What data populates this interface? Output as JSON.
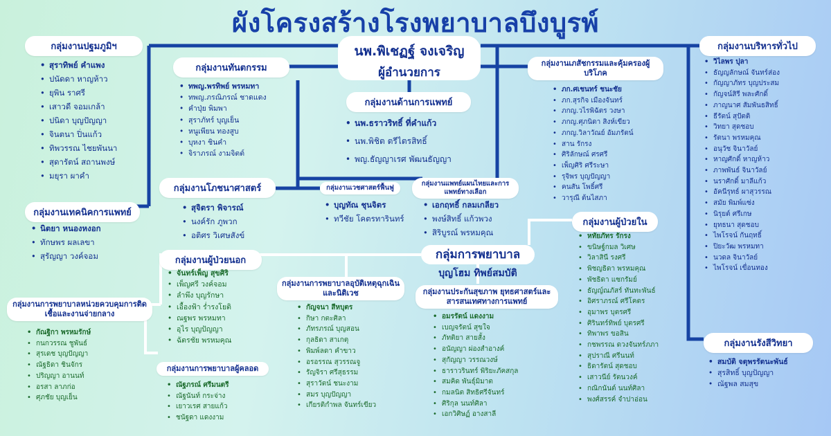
{
  "title": "ผังโครงสร้างโรงพยาบาลบึงบูรพ์",
  "director": {
    "name": "นพ.พิเชฏฐ์  จงเจริญ",
    "title": "ผู้อำนวยการ"
  },
  "nursing": {
    "label": "กลุ่มการพยาบาล",
    "head": "บุญโฮม ทิพย์สมบัติ"
  },
  "groups": {
    "primary": {
      "label": "กลุ่มงานปฐมภูมิฯ",
      "members": [
        "สุราทิพย์  คำแพง",
        "ปนัดดา  หาญห้าว",
        "ยุพิน      ราศรี",
        "เสาวดี   จอมเกล้า",
        "ปนิดา    บุญปัญญา",
        "จินตนา  ปิ่นแก้ว",
        "ทิพวรรณ  ไชยพันนา",
        "สุดารัตน์  สถานพงษ์",
        "มยุรา      ผาคำ"
      ]
    },
    "dental": {
      "label": "กลุ่มงานทันตกรรม",
      "members": [
        "ทพญ.พรทิพย์     พรหมทา",
        "ทพญ.ภรณิภรณ์  ชาดแดง",
        "คำปุ่ย       พิมพา",
        "สุราภัทร์    บุญเย็น",
        "หนูเพียน   ทองสูบ",
        "บุหงา        ชินคำ",
        "จิราภรณ์   งามจิตต์"
      ]
    },
    "medical": {
      "label": "กลุ่มงานด้านการแพทย์",
      "members": [
        "นพ.ธราวริทธิ์  ที่คำแก้ว",
        "นพ.พิชิต  ตรีไตรสิทธิ์",
        "พญ.ธัญญาเรศ  พัฒนธัญญา"
      ]
    },
    "pharmacy": {
      "label": "กลุ่มงานเภสัชกรรมและคุ้มครองผู้บริโภค",
      "members": [
        "ภก.ศเชนทร์  ชนะชัย",
        "ภก.สุรกิจ        เมืองจันทร์",
        "ภกญ.วไรพิฉัตร  วงษา",
        "ภกญ.ศุภนิดา  สิงห์เขียว",
        "ภกญ.วิลาวัณย์  อัมภรัตน์",
        "สาน              รักรง",
        "ศิริลักษณ์    ศรศรี",
        "เพ็ญศิริ        ศรีระษา",
        "รุจิพร           บุญปัญญา",
        "คนสัน          โพธิ์ศรี",
        "วารุณี           ต้นไสภา"
      ]
    },
    "admin": {
      "label": "กลุ่มงานบริหารทั่วไป",
      "members": [
        "วิไลพร  ปุลา",
        "ธัญญลักษณ์  จันทร์ส่อง",
        "กัญญาภัทร    บุญประสม",
        "กัญจน์สิรี    พละศักดิ์",
        "ภาญนาศ      สัมพันธสิทธิ์",
        "ธีรัตน์          สุปัตติ",
        "วิทยา          สุดชอบ",
        "รัตนา          พรหมคุณ",
        "อนุวัช           จินาวัลย์",
        "หาญศักดิ์    หาญห้าว",
        "ภาพพันธ์     จินาวัลย์",
        "นราศักดิ์     มาลีแก้ว",
        "อัคนีรุทธ์     ผาสุวรรณ",
        "สมัย            พิมพ์แซ่ง",
        "นิรุยต์          ศรีเกษ",
        "ยุทธนา        สุดชอบ",
        "ไพโรจน์      กันฤทธิ์",
        "ปิยะวัฒ        พรหมทา",
        "นวดล          จินาวัลย์",
        "ไพโรจน์      เขื่อนทอง"
      ]
    },
    "medtech": {
      "label": "กลุ่มงานเทคนิคการแพทย์",
      "members": [
        "นิตยา       หนองหงอก",
        "ทักษพร     ผลเลขา",
        "สุรัญญา    วงค์จอม"
      ]
    },
    "nutrition": {
      "label": "กลุ่มงานโภชนาศาสตร์",
      "members": [
        "สุจิตรา  พิจารณ์",
        "นงค์รัก  ภูพวก",
        "อติศร  วิเศษสังข์"
      ]
    },
    "rehab": {
      "label": "กลุ่มงานเวชศาสตร์ฟื้นฟู",
      "members": [
        "บุญทัณ  ชุนจิตร",
        "ทวีชัย  โคตรทารินทร์"
      ]
    },
    "thai": {
      "label": "กลุ่มงานแพทย์แผนไทยและการแพทย์ทางเลือก",
      "members": [
        "เอกฤทธิ์  กลมเกลียว",
        "พงษ์สิทธิ์  แก้วพวง",
        "สิริบูรณ์  พรหมคุณ"
      ]
    },
    "opd": {
      "label": "กลุ่มงานผู้ป่วยนอก",
      "members": [
        "จันทร์เพ็ญ  สุขศิริ",
        "เพ็ญศรี    วงค์จอม",
        "ลำพึง       บุญรักษา",
        "เอื้องฟ้า    ร่ำรงโยติ",
        "ณฐพร       พรหมทา",
        "อุไร          บุญปัญญา",
        "ฉัตรชัย     พรหมคุณ"
      ]
    },
    "er": {
      "label": "กลุ่มงานการพยาบาลอุบัติเหตุฉุกเฉินและนิติเวช",
      "members": [
        "กัญจนา    สีหบุตร",
        "กิษา         กตะศิลา",
        "ภัทรภรณ์  บุญสอน",
        "กุลธิดา     สาเกตุ",
        "พิมพ์ลดา   คำขาว",
        "อรอรรณ   สุวรรณจู",
        "รัญจิรา       ศรีสุธรรม",
        "สุราวัตน์    ชนะงาม",
        "สมร           บุญปัญญา",
        "เกียรติกำพล  จันทร์เขียว"
      ]
    },
    "ipd": {
      "label": "กลุ่มงานผู้ป่วยใน",
      "members": [
        "หทัยภัทร   รักรง",
        "ขนิษฐ์กมล  วิเศษ",
        "วิลาสินี      รงศรี",
        "พิชญธิดา   พรหมคุณ",
        "พัชธิดา      แซกรัมย์",
        "ธัญญ์ณภัสร์  ทันทะพันธ์",
        "อิศราภรณ์   ศรีโคตร",
        "อุมาพร        บุตรศรี",
        "ศิรินทร์ทิพย์  บุตรศรี",
        "ทิพาพร        ขอสิน",
        "กชพรรณ    ดวงจันทร์ภภา",
        "สุปราณี      ศรีนนท์",
        "ธิดารัตน์     สุดชอบ",
        "เสาวนีย์     รัตนวงค์",
        "กณิกนันต์   นนท์ศิลา",
        "พงศ์สรรค์   จำปาอ่อน"
      ]
    },
    "ncd": {
      "label": "กลุ่มงานประกันสุขภาพ ยุทธศาสตร์และสารสนเทศทางการแพทย์",
      "members": [
        "อมรรัตน์   แดงงาม",
        "เบญจรัตน์  สุขใจ",
        "ภัทติยา     สายสั้ง",
        "อนัญญา   ผ่องสำอางค์",
        "สุกัญญา   วรรณวงษ์",
        "ธาราวรินทร์  พิริยะภัคสกุล",
        "สมคิด       พันธุ์มิมาต",
        "กมลนิต  สิทธิศรีจันทร์",
        "ศิริกุล       นนท์ศิลา",
        "เอกวิศิษฏ์  อางสาลี"
      ]
    },
    "infection": {
      "label": "กลุ่มงานการพยาบาลหน่วยควบคุมการติดเชื้อและงานจ่ายกลาง",
      "members": [
        "กัณฐิกา     พรหมรักษ์",
        "กนกวรรณ   ชูพันธ์",
        "สุรเดช        บุญปัญญา",
        "ณัฐธิดา       ชินจักร",
        "ปริญญา     อานนท์",
        "อรสา        ลาภก่อ",
        "ศุภชัย        บุญเย็น"
      ]
    },
    "labor": {
      "label": "กลุ่มงานการพยาบาลผู้คลอด",
      "members": [
        "ณัฐภรณ์   ศรีมนตรี",
        "ณัฐนันท์   กระจ่าง",
        "เยาวเรศ   สายแก้ว",
        "ชนัฐดา     แดงงาม"
      ]
    },
    "radiology": {
      "label": "กลุ่มงานรังสีวิทยา",
      "members": [
        "สมบัติ  จตุพรรัตนะพันธ์",
        "สุรสิทธิ์   บุญปัญญา",
        "ณัฐพล    สมสุข"
      ]
    }
  },
  "colors": {
    "line": "#1643a3",
    "text": "#13308f",
    "green": "#1b6b2c",
    "thin_line": "#ffffff"
  }
}
